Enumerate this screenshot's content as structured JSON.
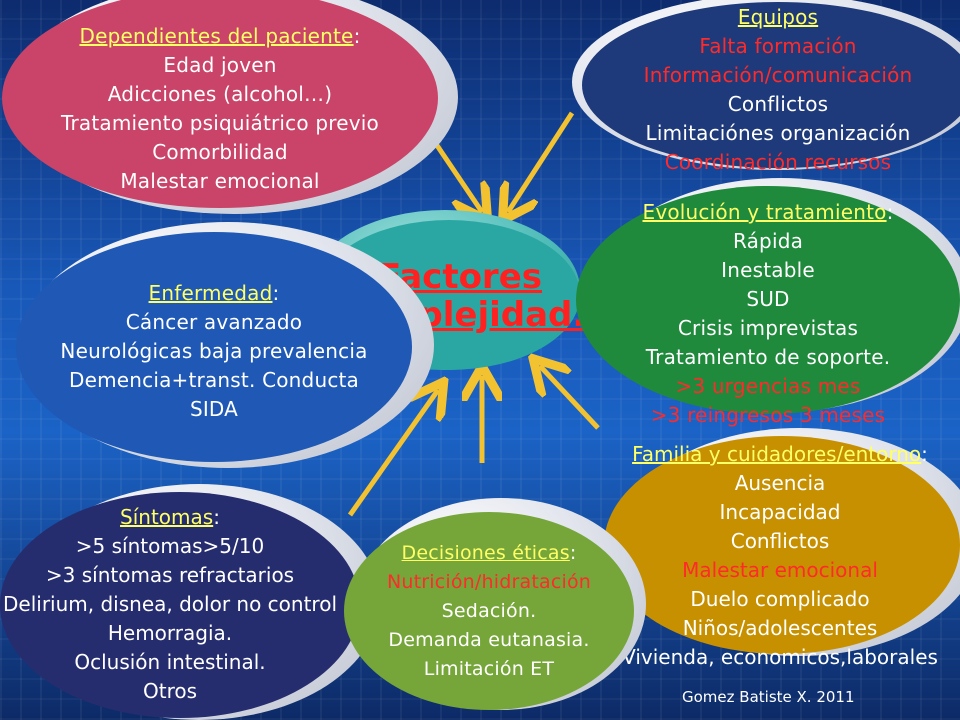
{
  "center": {
    "line1": "Factores",
    "line2": "Complejidad."
  },
  "nodes": {
    "paciente": {
      "heading": "Dependientes del paciente",
      "lines": [
        "Edad joven",
        "Adicciones (alcohol…)",
        "Tratamiento psiquiátrico previo",
        "Comorbilidad",
        "Malestar emocional"
      ],
      "fill": "#c94468"
    },
    "equipos": {
      "heading": "Equipos",
      "lines": [
        "Falta formación",
        "Información/comunicación",
        "Conflictos",
        "Limitaciónes organización",
        "Coordinación recursos"
      ],
      "fill": "#1f3a7a"
    },
    "evolucion": {
      "heading": "Evolución y tratamiento",
      "lines": [
        "Rápida",
        "Inestable",
        "SUD",
        "Crisis imprevistas",
        "Tratamiento de soporte.",
        ">3 urgencias mes",
        ">3 reingresos 3 meses"
      ],
      "fill": "#1f8a3c"
    },
    "enfermedad": {
      "heading": "Enfermedad",
      "lines": [
        "Cáncer avanzado",
        "Neurológicas baja prevalencia",
        "Demencia+transt. Conducta",
        "SIDA"
      ],
      "fill": "#1f58b5"
    },
    "familia": {
      "heading": "Familia y cuidadores/entorno",
      "lines": [
        "Ausencia",
        "Incapacidad",
        "Conflictos",
        "Malestar emocional",
        "Duelo complicado",
        "Niños/adolescentes",
        "Vivienda, economicos,laborales"
      ],
      "fill": "#c79000"
    },
    "sintomas": {
      "heading": "Síntomas",
      "lines": [
        ">5 síntomas>5/10",
        ">3 síntomas refractarios",
        "Delirium, disnea, dolor no control",
        "Hemorragia.",
        "Oclusión intestinal.",
        "Otros"
      ],
      "fill": "#262d6e"
    },
    "eticas": {
      "heading": "Decisiones éticas",
      "lines": [
        "Nutrición/hidratación",
        "Sedación.",
        "Demanda eutanasia.",
        "Limitación ET"
      ],
      "fill": "#76a63a"
    }
  },
  "colors": {
    "heading": "#ffff66",
    "emphasis": "#ff2a2a",
    "arrow": "#f2c230",
    "center_fill": "#2aa7a3"
  },
  "credit": "Gomez Batiste X. 2011"
}
